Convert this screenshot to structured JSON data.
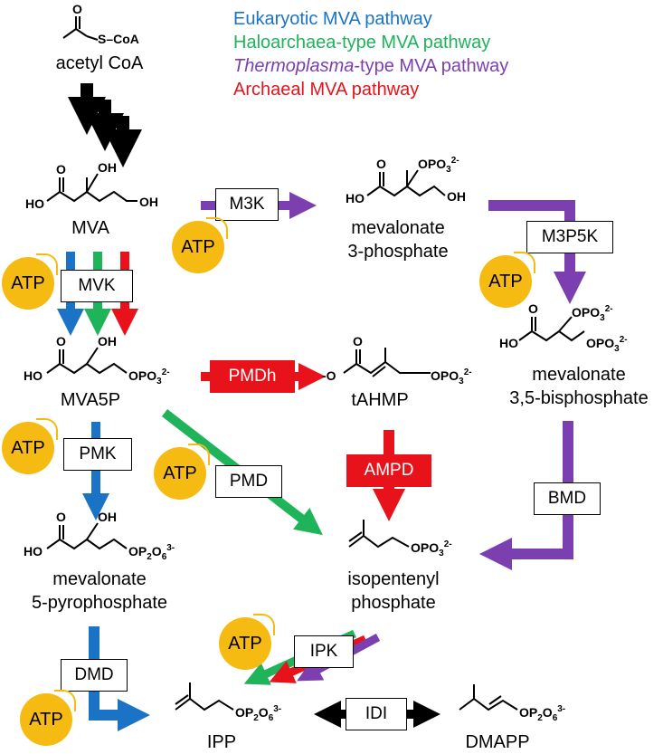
{
  "legend": {
    "eukaryotic": "Eukaryotic MVA pathway",
    "haloarchaea": "Haloarchaea-type MVA pathway",
    "thermoplasma_italic": "Thermoplasma",
    "thermoplasma_rest": "-type MVA pathway",
    "archaeal": "Archaeal MVA pathway"
  },
  "colors": {
    "eukaryotic": "#1a73c5",
    "haloarchaea": "#1fb35a",
    "thermoplasma": "#7b3fb0",
    "archaeal": "#e8121b",
    "atp": "#f6bb12",
    "black": "#000000"
  },
  "compounds": {
    "acetyl_coa": "acetyl CoA",
    "mva": "MVA",
    "mva3p_line1": "mevalonate",
    "mva3p_line2": "3-phosphate",
    "mva5p": "MVA5P",
    "tahmp": "tAHMP",
    "mva35bp_line1": "mevalonate",
    "mva35bp_line2": "3,5-bisphosphate",
    "mva5pp_line1": "mevalonate",
    "mva5pp_line2": "5-pyrophosphate",
    "ip_line1": "isopentenyl",
    "ip_line2": "phosphate",
    "ipp": "IPP",
    "dmapp": "DMAPP"
  },
  "structure_labels": {
    "scoa": "S–CoA",
    "oh": "OH",
    "ho": "HO",
    "o": "O",
    "neg_o": "-O",
    "opo3": "OPO",
    "opo3_sub": "3",
    "opo3_sup": "2-",
    "op2o6": "OP",
    "op2o6_sub1": "2",
    "op2o6_mid": "O",
    "op2o6_sub2": "6",
    "op2o6_sup": "3-"
  },
  "enzymes": {
    "m3k": "M3K",
    "mvk": "MVK",
    "m3p5k": "M3P5K",
    "pmdh": "PMDh",
    "pmk": "PMK",
    "pmd": "PMD",
    "ampd": "AMPD",
    "bmd": "BMD",
    "ipk": "IPK",
    "dmd": "DMD",
    "idi": "IDI"
  },
  "cofactor": "ATP"
}
